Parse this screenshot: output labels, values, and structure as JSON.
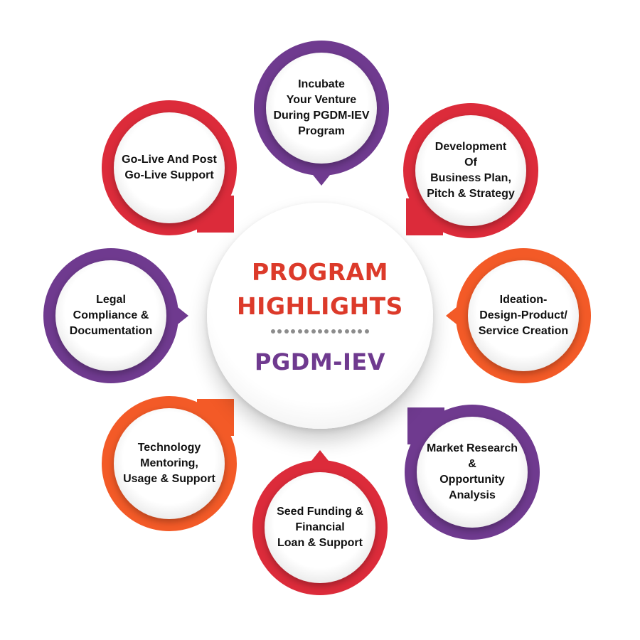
{
  "hub": {
    "title_line1": "PROGRAM",
    "title_line2": "HIGHLIGHTS",
    "subtitle": "PGDM-IEV"
  },
  "colors": {
    "purple": "#6f3a8f",
    "red": "#dc2b3a",
    "orange": "#f35a27",
    "hub_title": "#dc3a2a",
    "hub_subtitle": "#6f3a8f"
  },
  "nodes": [
    {
      "name": "node-incubate-venture",
      "color": "purple",
      "lines": [
        "Incubate",
        "Your Venture",
        "During PGDM-IEV",
        "Program"
      ]
    },
    {
      "name": "node-business-plan",
      "color": "red",
      "lines": [
        "Development",
        "Of",
        "Business Plan,",
        "Pitch & Strategy"
      ]
    },
    {
      "name": "node-ideation",
      "color": "orange",
      "lines": [
        "Ideation-",
        "Design-Product/",
        "Service Creation"
      ]
    },
    {
      "name": "node-market-research",
      "color": "purple",
      "lines": [
        "Market Research",
        "&",
        "Opportunity",
        "Analysis"
      ]
    },
    {
      "name": "node-seed-funding",
      "color": "red",
      "lines": [
        "Seed Funding &",
        "Financial",
        "Loan & Support"
      ]
    },
    {
      "name": "node-technology-mentoring",
      "color": "orange",
      "lines": [
        "Technology",
        "Mentoring,",
        "Usage & Support"
      ]
    },
    {
      "name": "node-legal-compliance",
      "color": "purple",
      "lines": [
        "Legal",
        "Compliance &",
        "Documentation"
      ]
    },
    {
      "name": "node-go-live",
      "color": "red",
      "lines": [
        "Go-Live And Post",
        "Go-Live Support"
      ]
    }
  ]
}
